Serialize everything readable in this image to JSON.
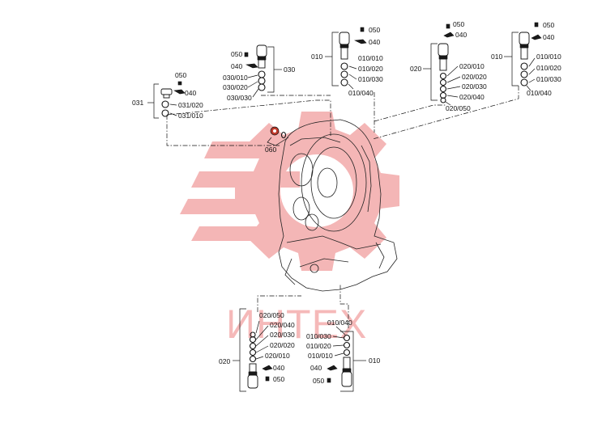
{
  "watermark": {
    "text": "ИНТЕХ",
    "color": "#f08c8c"
  },
  "colors": {
    "ink": "#111111",
    "gear_watermark": "#f2a4a4",
    "accent_part": "#c0392b"
  },
  "groups": {
    "g031": {
      "id": "031",
      "parts": [
        "050",
        "040",
        "031/020",
        "031/010"
      ]
    },
    "g030": {
      "id": "030",
      "parts": [
        "050",
        "040",
        "030/010",
        "030/020",
        "030/030"
      ]
    },
    "g010_top": {
      "id": "010",
      "parts": [
        "050",
        "040",
        "010/010",
        "010/020",
        "010/030",
        "010/040"
      ]
    },
    "g020_top": {
      "id": "020",
      "parts": [
        "050",
        "040",
        "020/010",
        "020/020",
        "020/030",
        "020/040",
        "020/050"
      ]
    },
    "g010_right": {
      "id": "010",
      "parts": [
        "050",
        "040",
        "010/010",
        "010/020",
        "010/030",
        "010/040"
      ]
    },
    "g060": {
      "id": "060"
    },
    "g020_bottom": {
      "id": "020",
      "parts": [
        "020/050",
        "020/040",
        "020/030",
        "020/020",
        "020/010",
        "040",
        "050"
      ]
    },
    "g010_bottom": {
      "id": "010",
      "parts": [
        "010/040",
        "010/030",
        "010/020",
        "010/010",
        "040",
        "050"
      ]
    }
  }
}
